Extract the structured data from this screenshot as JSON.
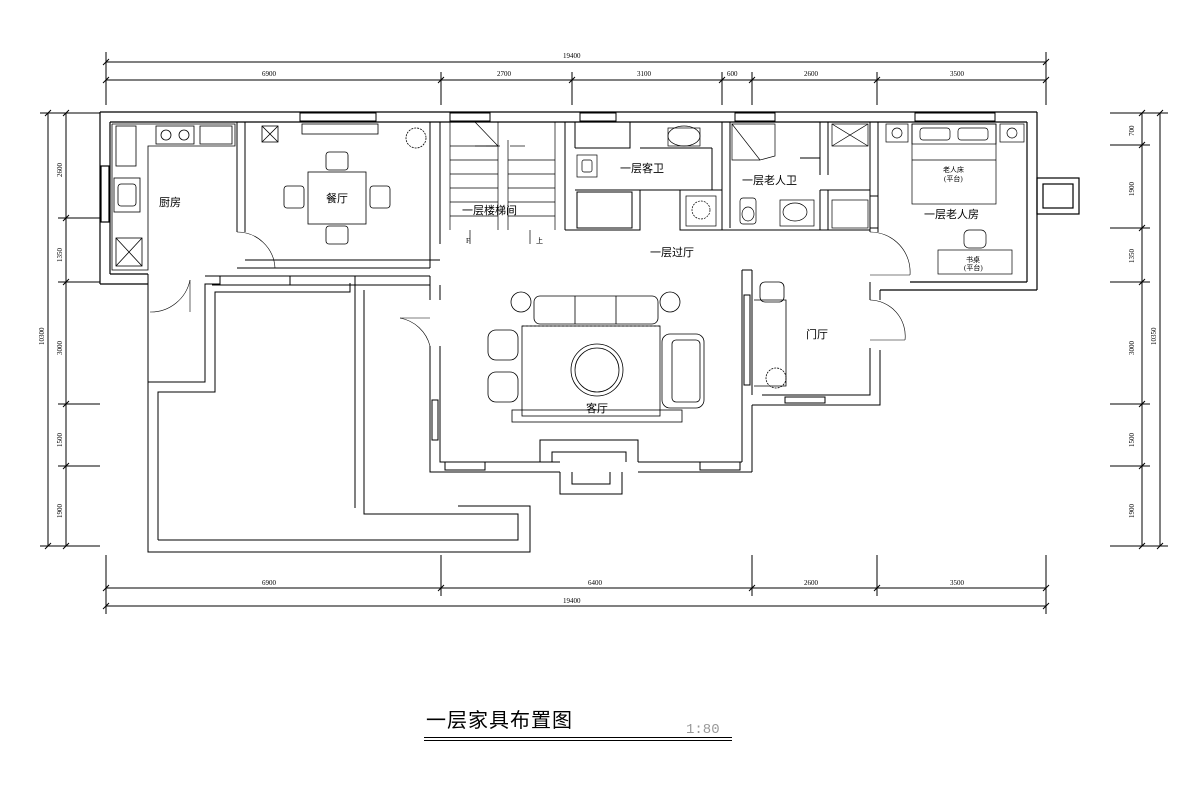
{
  "plan": {
    "title": "一层家具布置图",
    "scale": "1:80",
    "rooms": {
      "kitchen": "厨房",
      "dining": "餐厅",
      "stair": "一层楼梯间",
      "guest_bath": "一层客卫",
      "elder_bath": "一层老人卫",
      "elder_room": "一层老人房",
      "hall": "一层过厅",
      "living": "客厅",
      "foyer": "门厅"
    },
    "stair_marks": {
      "down": "F",
      "up": "上"
    },
    "dims": {
      "top_total": "19400",
      "top_segments": [
        "6900",
        "2700",
        "3100",
        "600",
        "2600",
        "3500"
      ],
      "bottom_total": "19400",
      "bottom_segments": [
        "6900",
        "6400",
        "2600",
        "3500"
      ],
      "left_total": "10300",
      "left_segments": [
        "2600",
        "1350",
        "3000",
        "1500",
        "1900"
      ],
      "right_total": "10350",
      "right_segments": [
        "700",
        "1900",
        "1350",
        "3000",
        "1500",
        "1900"
      ]
    },
    "furniture_text": {
      "bed": "老人床",
      "bed_sub": "(平台)",
      "desk": "书桌",
      "desk_sub": "(平台)"
    }
  }
}
